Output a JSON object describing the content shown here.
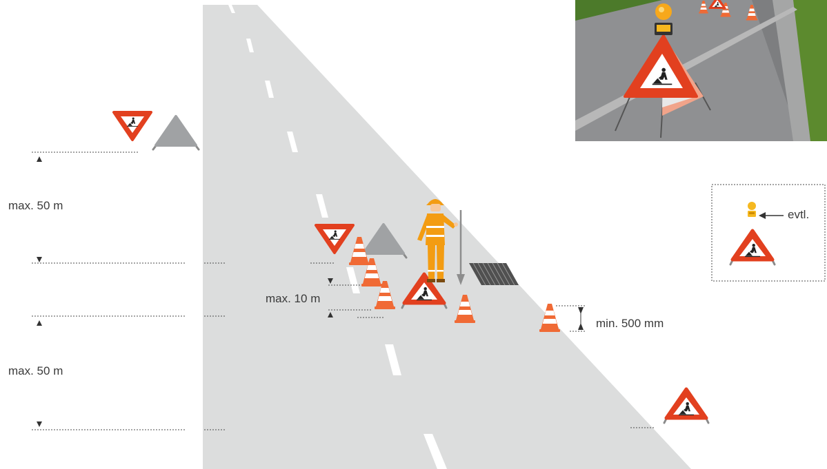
{
  "labels": {
    "distance_upper": "max. 50 m",
    "distance_lower": "max. 50 m",
    "cone_spacing": "max. 10 m",
    "cone_height": "min. 500 mm",
    "optional_lamp": "evtl."
  },
  "colors": {
    "road": "#dcdddd",
    "lane_marking": "#ffffff",
    "sign_red": "#e2401f",
    "cone_orange": "#f06a35",
    "worker_orange": "#f39c12",
    "sign_back_grey": "#a0a2a4",
    "grate": "#505050"
  },
  "icons": {
    "yield_sign": "yield-roadwork-sign-icon",
    "sign_back": "sign-back-icon",
    "roadwork_sign": "roadwork-triangle-sign-icon",
    "cone": "traffic-cone-icon",
    "worker": "road-worker-icon",
    "warning_lamp": "warning-lamp-icon"
  }
}
